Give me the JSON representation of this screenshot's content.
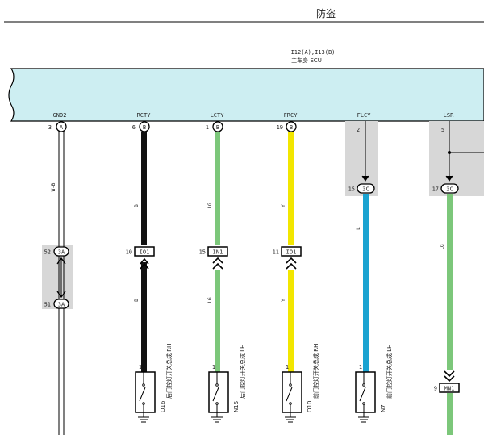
{
  "header": {
    "title": "防盗"
  },
  "ecu": {
    "code": "I12(A),I13(B)",
    "name": "主车身 ECU"
  },
  "pins": [
    {
      "id": "gnd2",
      "signal": "GND2",
      "pin": "3",
      "conn": "A"
    },
    {
      "id": "rcty",
      "signal": "RCTY",
      "pin": "6",
      "conn": "B"
    },
    {
      "id": "lcty",
      "signal": "LCTY",
      "pin": "1",
      "conn": "B"
    },
    {
      "id": "frcy",
      "signal": "FRCY",
      "pin": "19",
      "conn": "B"
    },
    {
      "id": "flcy",
      "signal": "FLCY",
      "pin": "2",
      "conn": ""
    },
    {
      "id": "lsr",
      "signal": "LSR",
      "pin": "5",
      "conn": ""
    }
  ],
  "wires": [
    {
      "id": "gnd2",
      "color_code": "W-B",
      "hex": "#ffffff"
    },
    {
      "id": "rcty",
      "color_code": "B",
      "hex": "#111111"
    },
    {
      "id": "lcty",
      "color_code": "LG",
      "hex": "#7cc77a"
    },
    {
      "id": "frcy",
      "color_code": "Y",
      "hex": "#f2e600"
    },
    {
      "id": "flcy",
      "color_code": "L",
      "hex": "#1aa3d1"
    },
    {
      "id": "lsr",
      "color_code": "LG",
      "hex": "#7cc77a"
    }
  ],
  "junctions": [
    {
      "id": "j3c_flcy",
      "pin": "15",
      "conn": "3C"
    },
    {
      "id": "j3c_lsr",
      "pin": "17",
      "conn": "3C"
    },
    {
      "id": "j3a_top",
      "pin": "52",
      "conn": "3A"
    },
    {
      "id": "j3a_bot",
      "pin": "51",
      "conn": "3A"
    }
  ],
  "connectors": [
    {
      "id": "io1_rcty",
      "pin": "10",
      "name": "IO1"
    },
    {
      "id": "in1_lcty",
      "pin": "15",
      "name": "IN1"
    },
    {
      "id": "io1_frcy",
      "pin": "11",
      "name": "IO1"
    },
    {
      "id": "mn1_lsr",
      "pin": "9",
      "name": "MN1"
    }
  ],
  "switches": [
    {
      "id": "o16",
      "pin": "1",
      "code": "O16",
      "label": "后门控灯开关总成 RH"
    },
    {
      "id": "n15",
      "pin": "1",
      "code": "N15",
      "label": "后门控灯开关总成 LH"
    },
    {
      "id": "o10",
      "pin": "1",
      "code": "O10",
      "label": "前门控灯开关总成 RH"
    },
    {
      "id": "n7",
      "pin": "1",
      "code": "N7",
      "label": "前门控灯开关总成 LH"
    }
  ],
  "colors": {
    "ecu_fill": "#cdeef2",
    "shade": "#d7d7d7",
    "line": "#000000"
  }
}
